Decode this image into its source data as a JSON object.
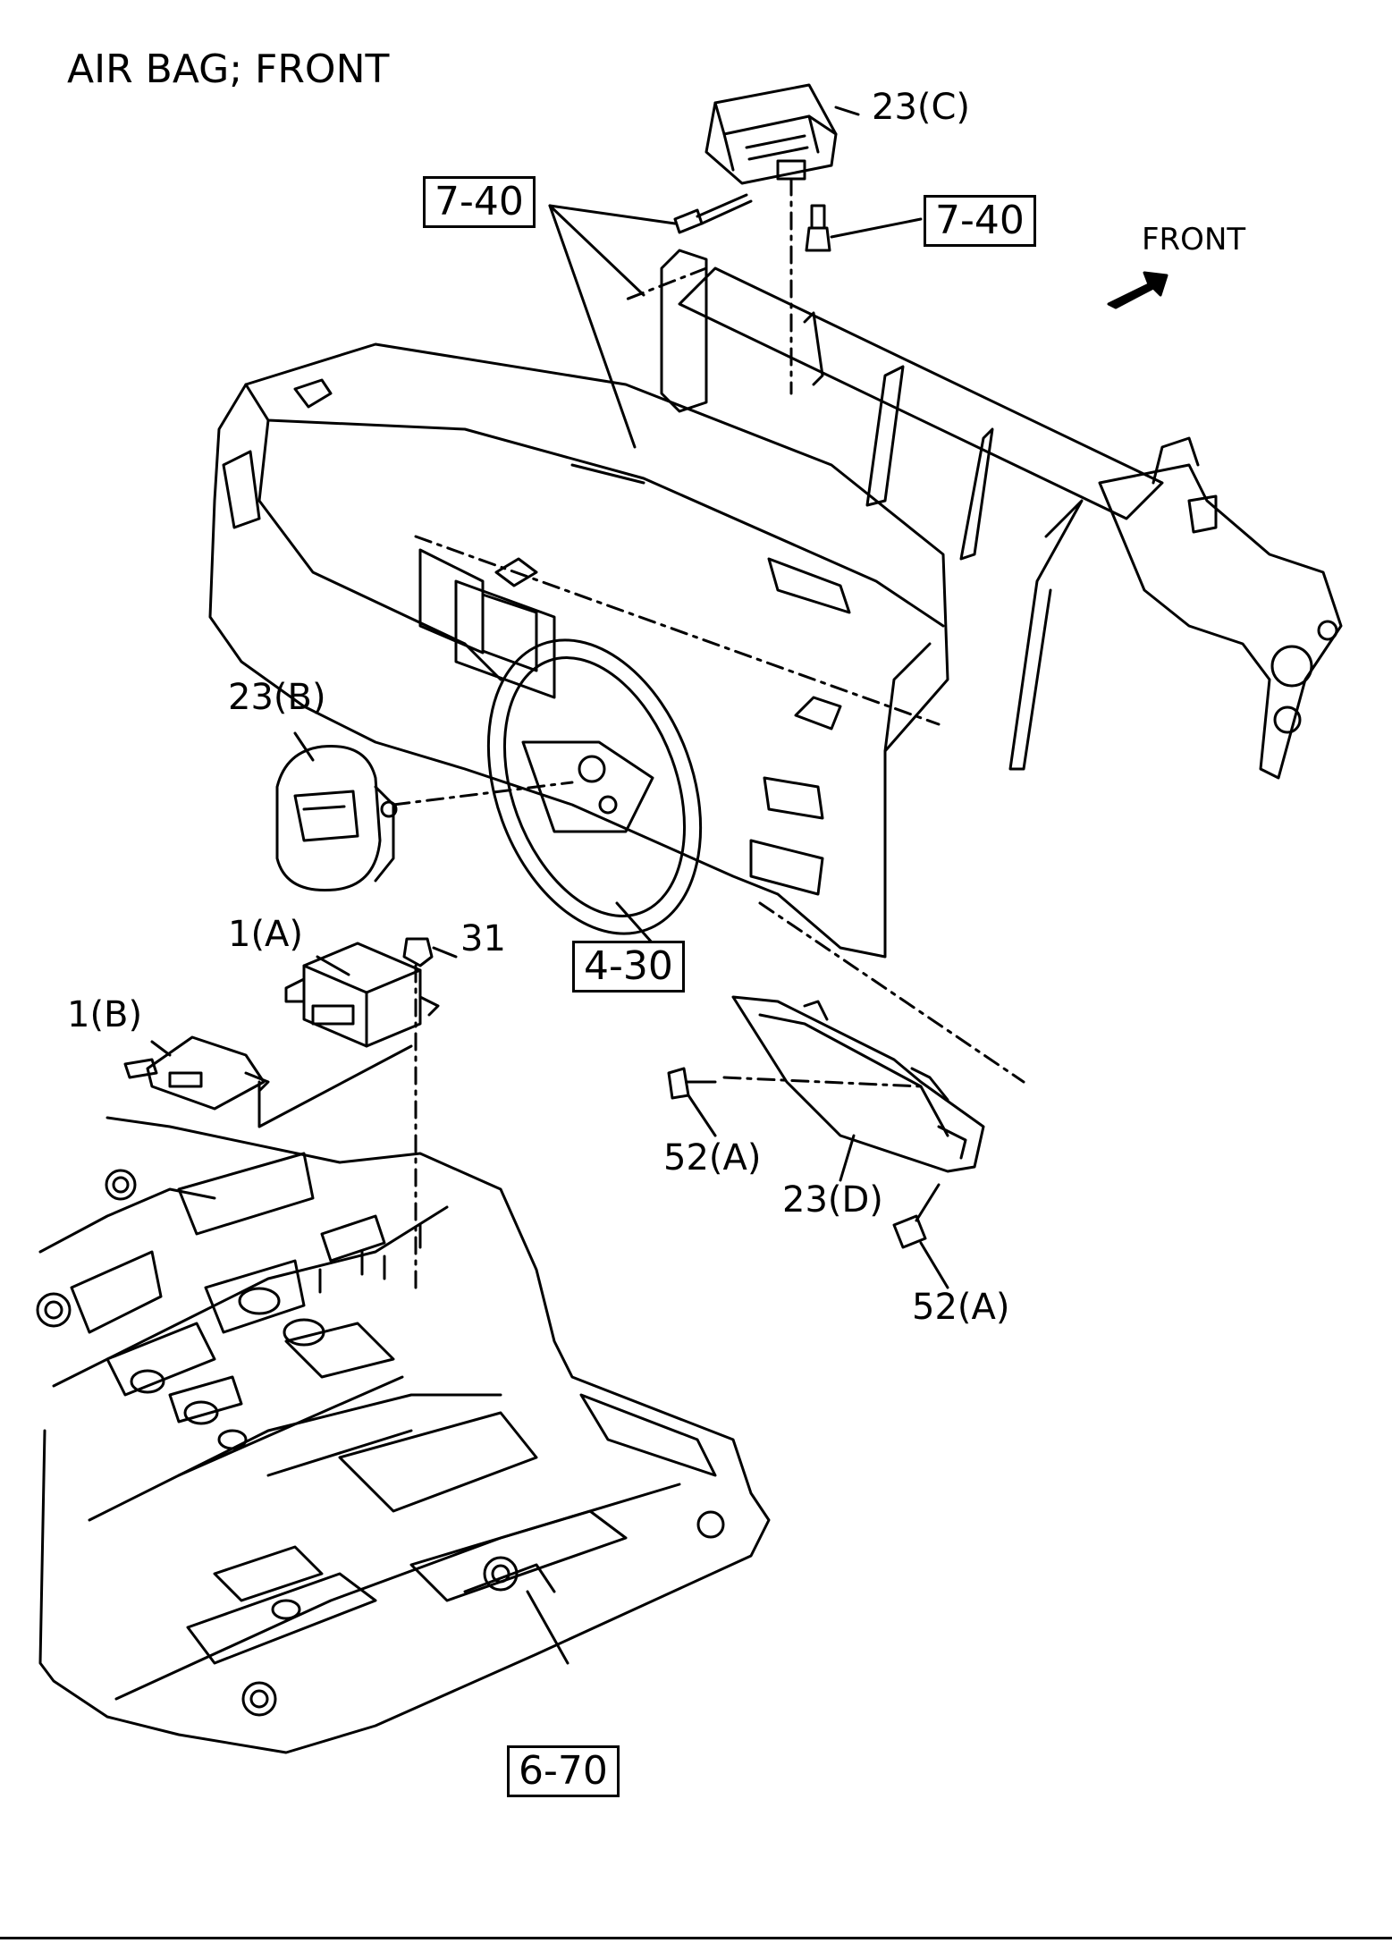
{
  "title": "AIR BAG; FRONT",
  "direction_label": "FRONT",
  "callouts": {
    "c_23c": "23(C)",
    "c_23b": "23(B)",
    "c_23d": "23(D)",
    "c_1a": "1(A)",
    "c_1b": "1(B)",
    "c_31": "31",
    "c_52a_upper": "52(A)",
    "c_52a_lower": "52(A)"
  },
  "ref_boxes": {
    "r_740_left": "7-40",
    "r_740_right": "7-40",
    "r_430": "4-30",
    "r_670": "6-70"
  }
}
